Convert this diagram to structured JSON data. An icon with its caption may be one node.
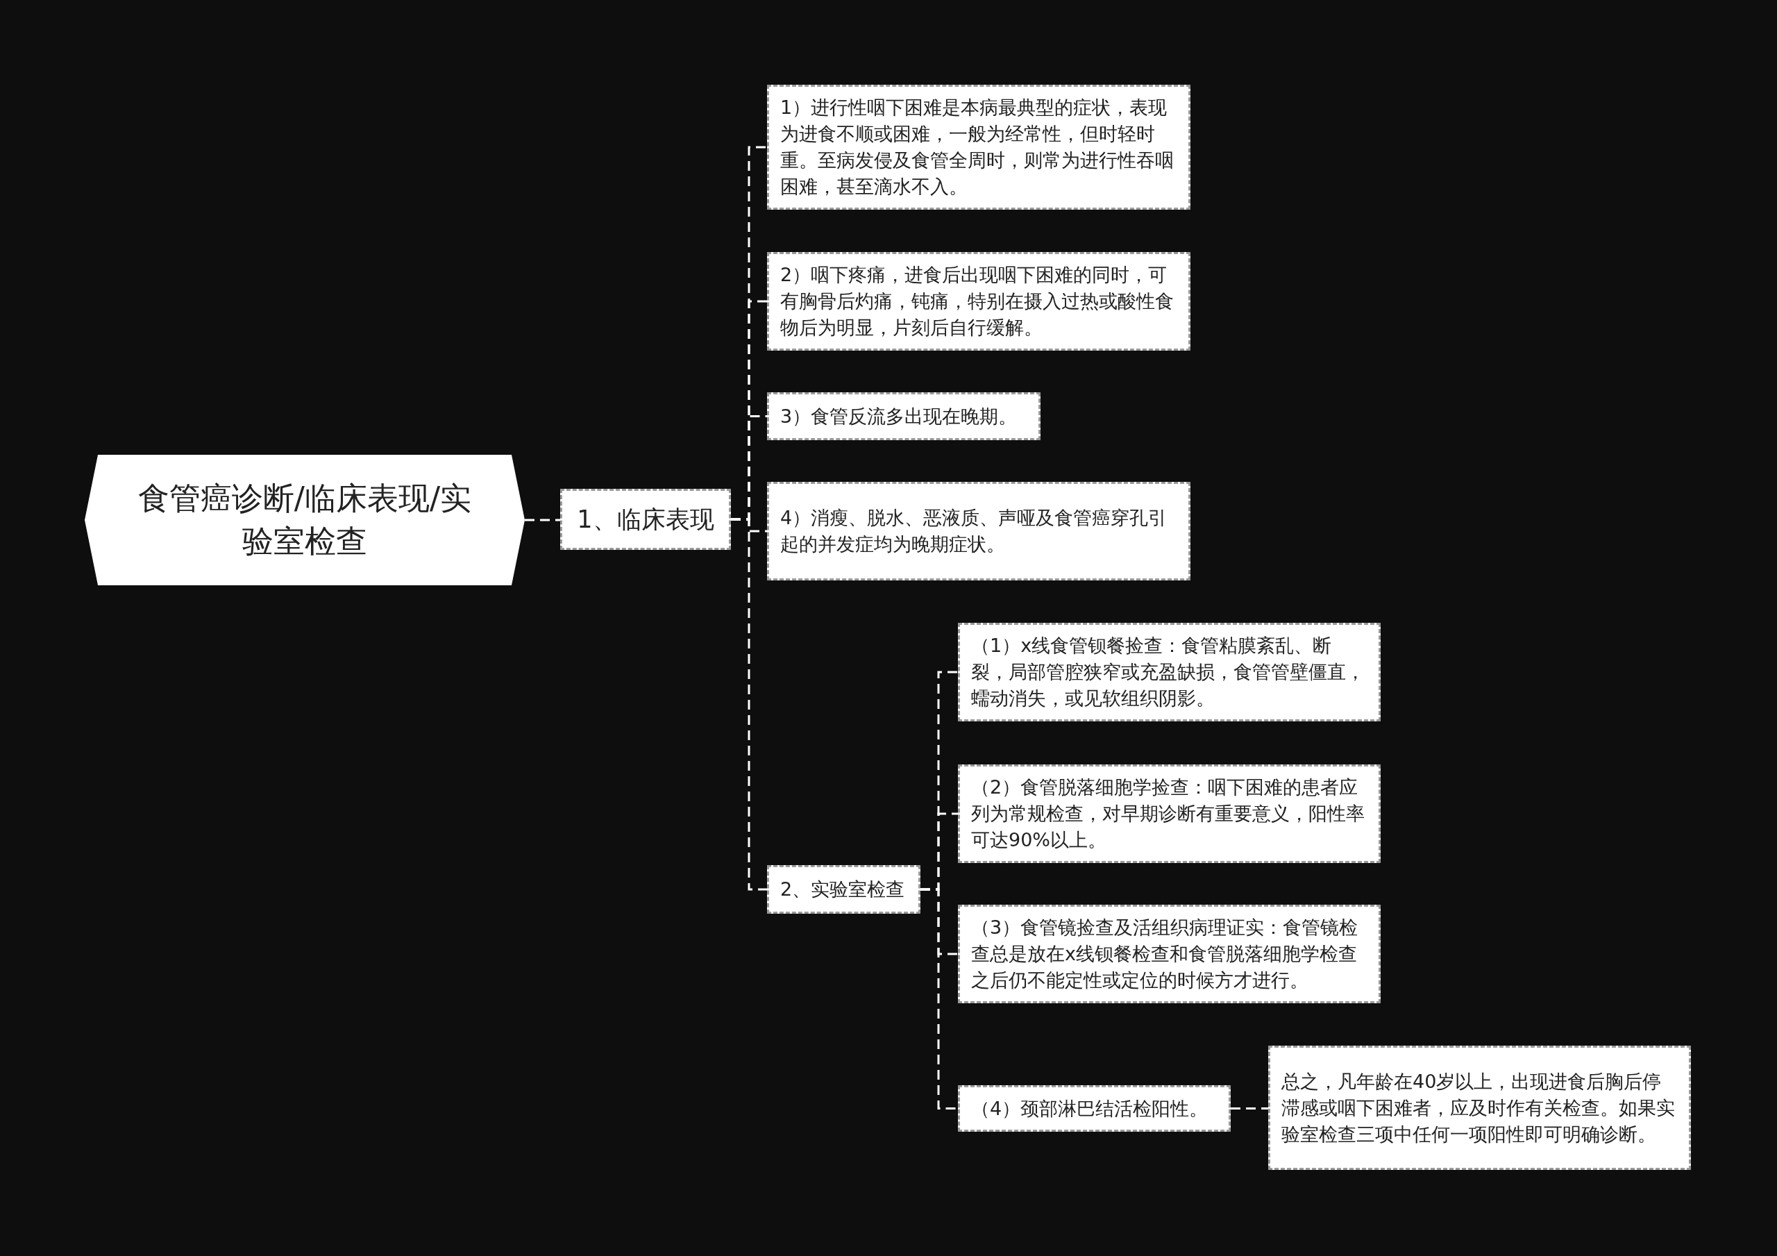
{
  "diagram": {
    "nodes": [
      {
        "text": [
          "食管癌诊断/临床表现/实验室检查"
        ]
      },
      {
        "text": [
          "1、临床表现"
        ]
      },
      {
        "text": [
          "1）进行性咽下困难是本病最典型的症状，表现为进食不顺或困难，一般为经常性，但时轻时重。至病发侵及食管全周时，则常为进行性吞咽困难，甚至滴水不入。"
        ]
      },
      {
        "text": [
          "2）咽下疼痛，进食后出现咽下困难的同时，可有胸骨后灼痛，钝痛，特别在摄入过热或酸性食物后为明显，片刻后自行缓解。"
        ]
      },
      {
        "text": [
          "3）食管反流多出现在晚期。"
        ]
      },
      {
        "text": [
          "4）消瘦、脱水、恶液质、声哑及食管癌穿孔引起的并发症均为晚期症状。"
        ]
      },
      {
        "text": [
          "2、实验室检查"
        ]
      },
      {
        "text": [
          "（1）x线食管钡餐捡查：食管粘膜紊乱、断裂，局部管腔狭窄或充盈缺损，食管管壁僵直，蠕动消失，或见软组织阴影。"
        ]
      },
      {
        "text": [
          "（2）食管脱落细胞学捡查：咽下困难的患者应列为常规检查，对早期诊断有重要意义，阳性率可达90%以上。"
        ]
      },
      {
        "text": [
          "（3）食管镜捡查及活组织病理证实：食管镜检查总是放在x线钡餐检查和食管脱落细胞学检查之后仍不能定性或定位的时候方才进行。"
        ]
      },
      {
        "text": [
          "（4）颈部淋巴结活检阳性。"
        ]
      },
      {
        "text": [
          "总之，凡年龄在40岁以上，出现进食后胸后停滞感或咽下困难者，应及时作有关检查。如果实验室检查三项中任何一项阳性即可明确诊断。"
        ]
      }
    ],
    "edges": [
      {
        "from": 0,
        "to": 1,
        "arrow": "none"
      },
      {
        "from": 1,
        "to": 2,
        "arrow": "none"
      },
      {
        "from": 1,
        "to": 3,
        "arrow": "none"
      },
      {
        "from": 1,
        "to": 4,
        "arrow": "none"
      },
      {
        "from": 1,
        "to": 5,
        "arrow": "none"
      },
      {
        "from": 1,
        "to": 6,
        "arrow": "none"
      },
      {
        "from": 6,
        "to": 7,
        "arrow": "none"
      },
      {
        "from": 6,
        "to": 8,
        "arrow": "none"
      },
      {
        "from": 6,
        "to": 9,
        "arrow": "none"
      },
      {
        "from": 6,
        "to": 10,
        "arrow": "none"
      },
      {
        "from": 10,
        "to": 11,
        "arrow": "none"
      }
    ]
  }
}
